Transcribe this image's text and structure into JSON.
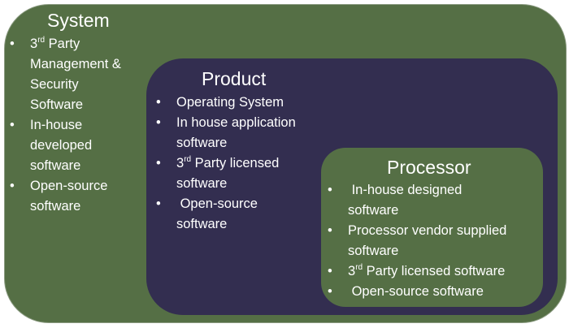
{
  "colors": {
    "green": "#556f45",
    "navy": "#332e50",
    "text": "#ffffff"
  },
  "system": {
    "title": "System",
    "items": [
      {
        "pre": "3",
        "sup": "rd",
        "lines": [
          " Party",
          "Management &",
          "Security",
          "Software"
        ]
      },
      {
        "lines": [
          "In-house",
          "developed",
          "software"
        ]
      },
      {
        "lines": [
          "Open-source",
          "software"
        ]
      }
    ]
  },
  "product": {
    "title": "Product",
    "items": [
      {
        "lines": [
          "Operating System"
        ]
      },
      {
        "lines": [
          "In house application",
          "software"
        ]
      },
      {
        "pre": "3",
        "sup": "rd",
        "lines": [
          " Party licensed",
          "software"
        ]
      },
      {
        "lines": [
          " Open-source",
          "software"
        ]
      }
    ]
  },
  "processor": {
    "title": "Processor",
    "items": [
      {
        "lines": [
          " In-house designed",
          "software"
        ]
      },
      {
        "lines": [
          "Processor vendor supplied",
          "software"
        ]
      },
      {
        "pre": "3",
        "sup": "rd",
        "lines": [
          " Party licensed software"
        ]
      },
      {
        "lines": [
          " Open-source software"
        ]
      }
    ]
  }
}
